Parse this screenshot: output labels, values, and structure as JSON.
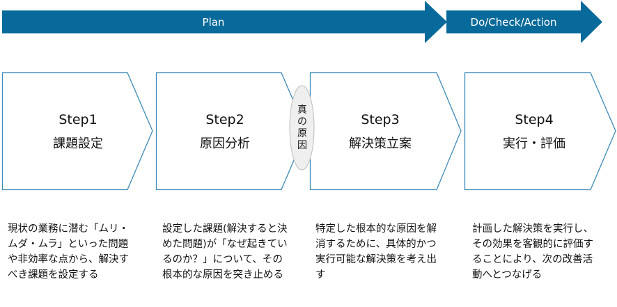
{
  "phases": [
    {
      "label": "Plan"
    },
    {
      "label": "Do/Check/Action"
    }
  ],
  "colors": {
    "phase_arrow": "#086a9a",
    "step_border": "#3d8ab8",
    "cause_fill": "#efefef",
    "cause_border": "#bdbdbd"
  },
  "steps": [
    {
      "title": "Step1",
      "name": "課題設定",
      "description": "現状の業務に潜む「ムリ・ムダ・ムラ」といった問題や非効率な点から、解決すべき課題を設定する"
    },
    {
      "title": "Step2",
      "name": "原因分析",
      "description": "設定した課題(解決すると決めた問題)が「なぜ起きているのか？」について、その根本的な原因を突き止める"
    },
    {
      "title": "Step3",
      "name": "解決策立案",
      "description": "特定した根本的な原因を解消するために、具体的かつ実行可能な解決策を考え出す"
    },
    {
      "title": "Step4",
      "name": "実行・評価",
      "description": "計画した解決策を実行し、その効果を客観的に評価することにより、次の改善活動へとつなげる"
    }
  ],
  "root_cause": {
    "label": "真の原因"
  }
}
